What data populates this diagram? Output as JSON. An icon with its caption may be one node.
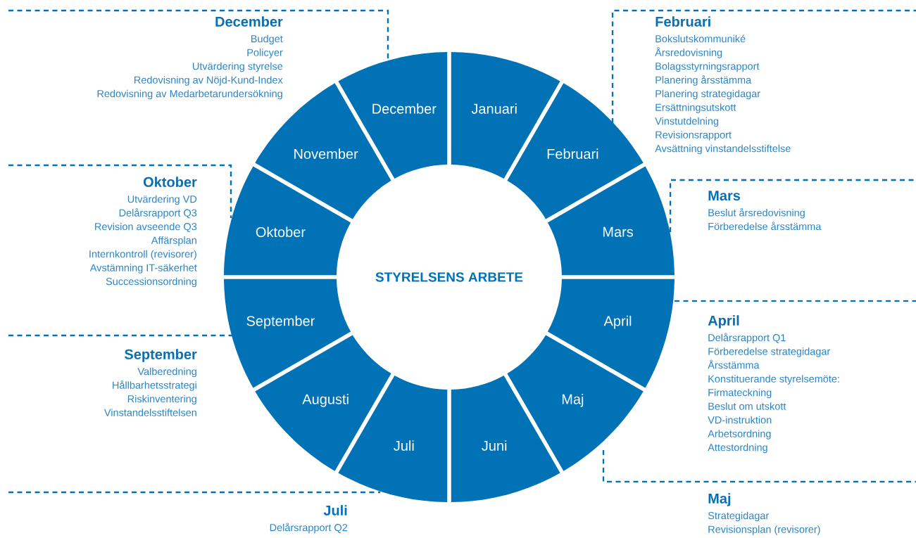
{
  "diagram": {
    "title": "STYRELSENS ARBETE",
    "nodes": [
      {
        "text": [
          "Januari"
        ]
      },
      {
        "text": [
          "Februari"
        ]
      },
      {
        "text": [
          "Mars"
        ]
      },
      {
        "text": [
          "April"
        ]
      },
      {
        "text": [
          "Maj"
        ]
      },
      {
        "text": [
          "Juni"
        ]
      },
      {
        "text": [
          "Juli"
        ]
      },
      {
        "text": [
          "Augusti"
        ]
      },
      {
        "text": [
          "September"
        ]
      },
      {
        "text": [
          "Oktober"
        ]
      },
      {
        "text": [
          "November"
        ]
      },
      {
        "text": [
          "December"
        ]
      },
      {
        "text": [
          "December",
          "Budget",
          "Policyer",
          "Utvärdering styrelse",
          "Redovisning av Nöjd-Kund-Index",
          "Redovisning av Medarbetarundersökning"
        ]
      },
      {
        "text": [
          "Februari",
          "Bokslutskommuniké",
          "Årsredovisning",
          "Bolagsstyrningsrapport",
          "Planering årsstämma",
          "Planering strategidagar",
          "Ersättningsutskott",
          "Vinstutdelning",
          "Revisionsrapport",
          "Avsättning vinstandelsstiftelse"
        ]
      },
      {
        "text": [
          "Oktober",
          "Utvärdering VD",
          "Delårsrapport Q3",
          "Revision avseende Q3",
          "Affärsplan",
          "Internkontroll (revisorer)",
          "Avstämning IT-säkerhet",
          "Successionsordning"
        ]
      },
      {
        "text": [
          "Mars",
          "Beslut årsredovisning",
          "Förberedelse årsstämma"
        ]
      },
      {
        "text": [
          "April",
          "Delårsrapport Q1",
          "Förberedelse strategidagar",
          "Årsstämma",
          "Konstituerande styrelsemöte:",
          "Firmateckning",
          "Beslut om utskott",
          "VD-instruktion",
          "Arbetsordning",
          "Attestordning"
        ]
      },
      {
        "text": [
          "September",
          "Valberedning",
          "Hållbarhetsstrategi",
          "Riskinventering",
          "Vinstandelsstiftelsen"
        ]
      },
      {
        "text": [
          "Juli",
          "Delårsrapport Q2"
        ]
      },
      {
        "text": [
          "Maj",
          "Strategidagar",
          "Revisionsplan (revisorer)"
        ]
      }
    ]
  }
}
